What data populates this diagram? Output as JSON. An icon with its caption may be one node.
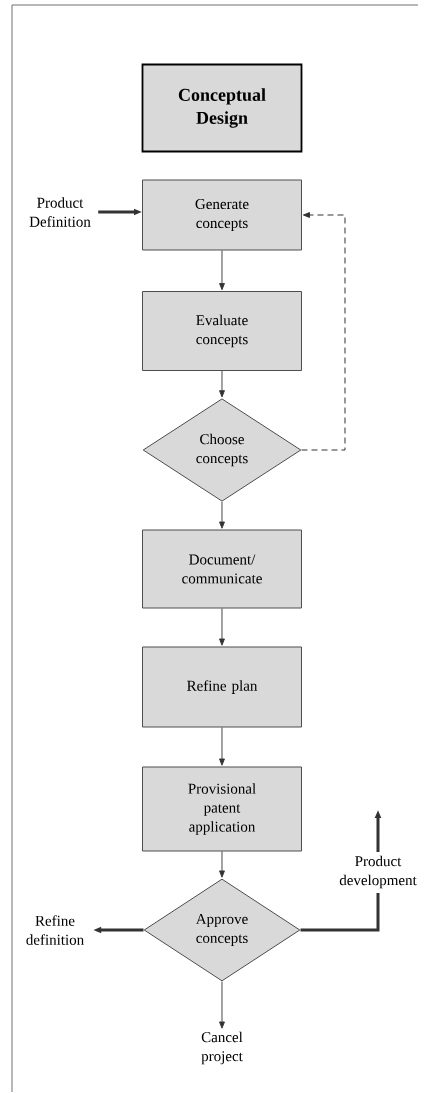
{
  "diagram": {
    "nodes": [
      {
        "text": [
          "Conceptual Design"
        ]
      },
      {
        "text": [
          "Product Definition"
        ]
      },
      {
        "text": [
          "Generate concepts"
        ]
      },
      {
        "text": [
          "Evaluate concepts"
        ]
      },
      {
        "text": [
          "Choose concepts"
        ]
      },
      {
        "text": [
          "Document/ communicate"
        ]
      },
      {
        "text": [
          "Refine plan"
        ]
      },
      {
        "text": [
          "Provisional patent application"
        ]
      },
      {
        "text": [
          "Approve concepts"
        ]
      },
      {
        "text": [
          "Refine definition"
        ]
      },
      {
        "text": [
          "Cancel project"
        ]
      }
    ],
    "edges": [
      {
        "from": 1,
        "to": 2,
        "arrow": "to",
        "style": "thick"
      },
      {
        "from": 2,
        "to": 3,
        "arrow": "to"
      },
      {
        "from": 3,
        "to": 4,
        "arrow": "to"
      },
      {
        "from": 4,
        "to": 2,
        "arrow": "to",
        "style": "dashed"
      },
      {
        "from": 4,
        "to": 5,
        "arrow": "to"
      },
      {
        "from": 5,
        "to": 6,
        "arrow": "to"
      },
      {
        "from": 6,
        "to": 7,
        "arrow": "to"
      },
      {
        "from": 7,
        "to": 8,
        "arrow": "to"
      },
      {
        "from": 8,
        "to": 9,
        "arrow": "to",
        "style": "thick"
      },
      {
        "from": 8,
        "to": null,
        "arrow": "to",
        "style": "thick",
        "label": "Product development"
      },
      {
        "from": 8,
        "to": 10,
        "arrow": "to"
      }
    ]
  }
}
